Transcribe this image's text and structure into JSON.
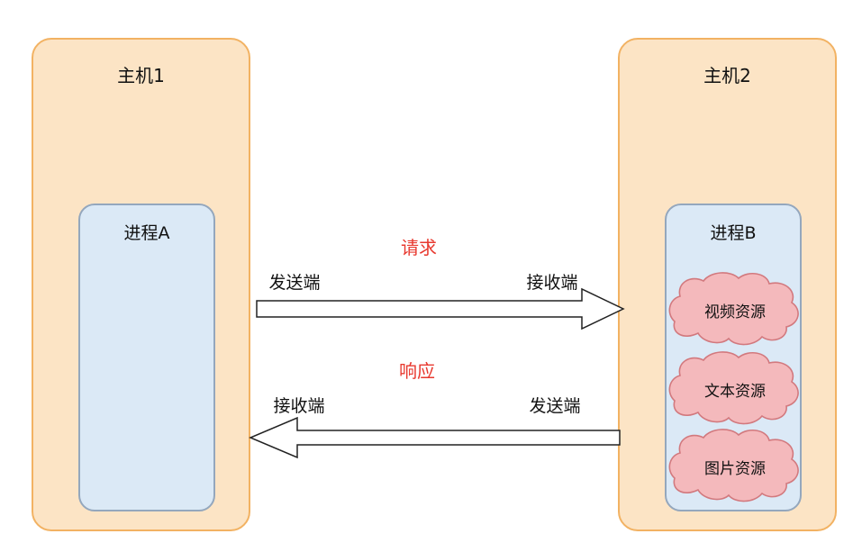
{
  "diagram": {
    "host1": {
      "title": "主机1"
    },
    "host2": {
      "title": "主机2"
    },
    "processA": {
      "title": "进程A"
    },
    "processB": {
      "title": "进程B",
      "resources": [
        "视频资源",
        "文本资源",
        "图片资源"
      ]
    },
    "request": {
      "label": "请求",
      "sender": "发送端",
      "receiver": "接收端"
    },
    "response": {
      "label": "响应",
      "sender": "发送端",
      "receiver": "接收端"
    },
    "colors": {
      "host_fill": "#fce4c5",
      "host_border": "#f2b263",
      "process_fill": "#dbe9f6",
      "process_border": "#94a7bd",
      "cloud_fill": "#f4b9bc",
      "cloud_border": "#d2797e",
      "emphasis_red": "#e8392f",
      "arrow_outline": "#222222"
    }
  }
}
